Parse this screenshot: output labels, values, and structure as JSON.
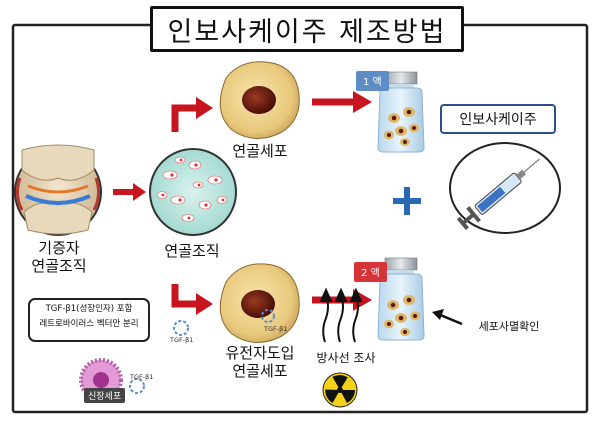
{
  "title": "인보사케이주 제조방법",
  "labels": {
    "chondrocyte_top": "연골세포",
    "donor_line1": "기증자",
    "donor_line2": "연골조직",
    "cartilage_tissue": "연골조직",
    "transduced_line1": "유전자도입",
    "transduced_line2": "연골세포",
    "irradiation": "방사선  조사",
    "cell_death": "세포사멸확인",
    "kidney_cell": "신장세포",
    "inject_product": "인보사케이주"
  },
  "vials": {
    "vial1_tag": "1 액",
    "vial2_tag": "2 액"
  },
  "tgf_box": {
    "line1": "TGF-β1(성장인자) 포함",
    "line2": "레트로바이러스  벡터만  분리"
  },
  "tgf_labels": {
    "near_box": "TGF-β1",
    "in_cell": "TGF-β1",
    "near_kidney": "TGF-β1"
  },
  "colors": {
    "arrow_red": "#c8141e",
    "plus_blue": "#2a6ab4",
    "tag_blue": "#5d8dc4",
    "tag_red": "#d9333a",
    "chondrocyte": "#f0d89a",
    "nucleus": "#6b1a12"
  }
}
